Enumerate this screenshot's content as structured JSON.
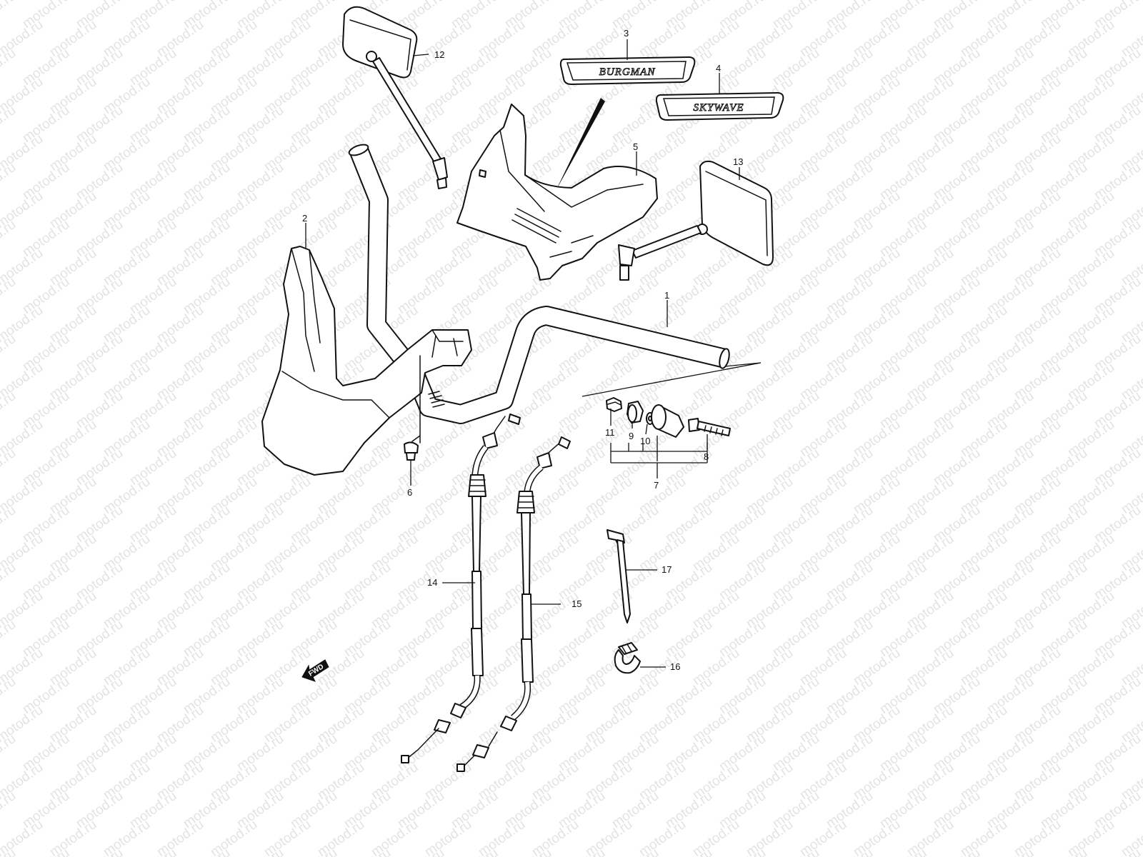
{
  "watermark": {
    "text": "motod.ru"
  },
  "emblems": {
    "burgman": "BURGMAN",
    "skywave": "SKYWAVE"
  },
  "fwd_label": "FWD",
  "callouts": {
    "p1": "1",
    "p2": "2",
    "p3": "3",
    "p4": "4",
    "p5": "5",
    "p6": "6",
    "p7": "7",
    "p8": "8",
    "p9": "9",
    "p10": "10",
    "p11": "11",
    "p12": "12",
    "p13": "13",
    "p14": "14",
    "p15": "15",
    "p16": "16",
    "p17": "17"
  }
}
